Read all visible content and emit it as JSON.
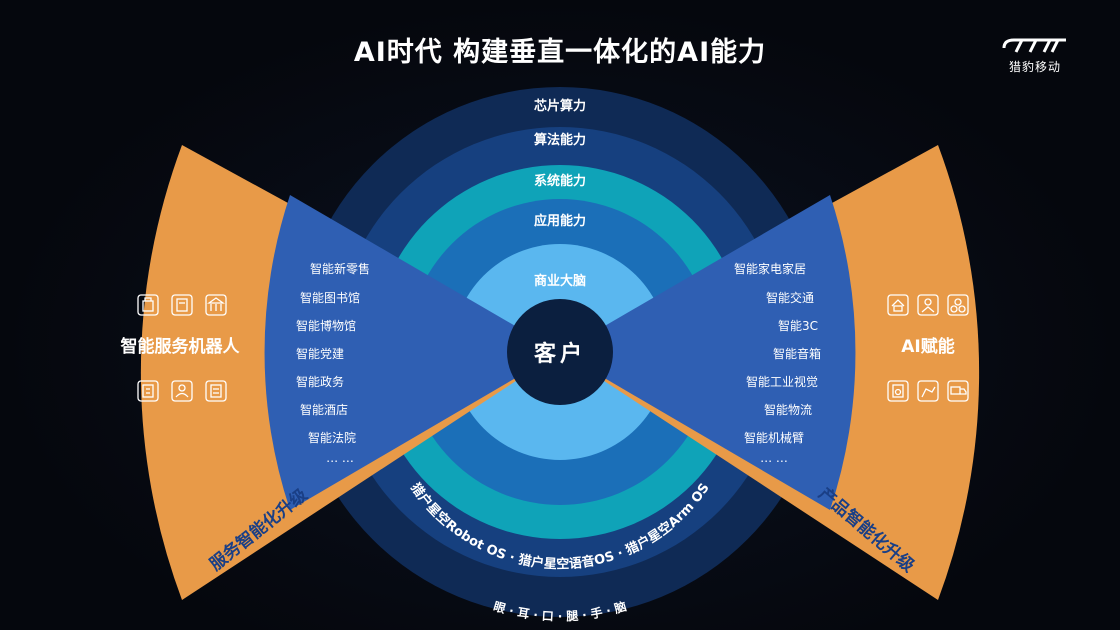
{
  "title": "AI时代  构建垂直一体化的AI能力",
  "brand": {
    "name": "猎豹移动",
    "logo_icon": "cmcm-logo-icon"
  },
  "center_label": "客户",
  "upper_rings": [
    "芯片算力",
    "算法能力",
    "系统能力",
    "应用能力",
    "商业大脑"
  ],
  "lower_arc_text": "猎户星空Robot OS · 猎户星空语音OS · 猎户星空Arm OS",
  "lower_bottom_text": "眼 · 耳 · 口 · 腿 · 手 · 脑",
  "left": {
    "title": "智能服务机器人",
    "arc_label": "服务智能化升级",
    "items": [
      "智能新零售",
      "智能图书馆",
      "智能博物馆",
      "智能党建",
      "智能政务",
      "智能酒店",
      "智能法院",
      "… …"
    ],
    "icons": [
      "shopping-bag-icon",
      "book-icon",
      "museum-icon",
      "building-icon",
      "lawyer-icon",
      "document-icon"
    ]
  },
  "right": {
    "title": "AI赋能",
    "arc_label": "产品智能化升级",
    "items": [
      "智能家电家居",
      "智能交通",
      "智能3C",
      "智能音箱",
      "智能工业视觉",
      "智能物流",
      "智能机械臂",
      "… …"
    ],
    "icons": [
      "home-icon",
      "traffic-icon",
      "gears-icon",
      "speaker-icon",
      "robot-arm-icon",
      "truck-icon"
    ]
  },
  "colors": {
    "orange": "#e89a48",
    "royal": "#2f5fb3",
    "ring_outer": "#0f2a55",
    "ring_2": "#16407f",
    "ring_3": "#0fa3b8",
    "ring_4": "#1b6fb8",
    "ring_5": "#5ab7ef",
    "center": "#0b1f3f"
  }
}
